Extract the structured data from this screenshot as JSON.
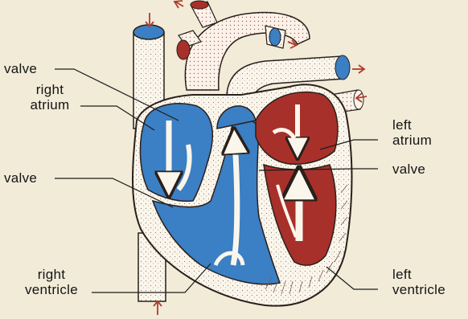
{
  "labels": {
    "valve_top": "valve",
    "right_atrium_line1": "right",
    "right_atrium_line2": "atrium",
    "valve_mid_left": "valve",
    "right_ventricle_line1": "right",
    "right_ventricle_line2": "ventricle",
    "left_atrium_line1": "left",
    "left_atrium_line2": "atrium",
    "valve_right": "valve",
    "left_ventricle_line1": "left",
    "left_ventricle_line2": "ventricle"
  },
  "colors": {
    "background": "#f1ebd8",
    "deoxygenated_blue": "#3b7fc4",
    "oxygenated_red": "#a8302a",
    "tissue_white": "#fbf6ec",
    "outline": "#2a1f1a",
    "arrow_red": "#b23a2c"
  }
}
